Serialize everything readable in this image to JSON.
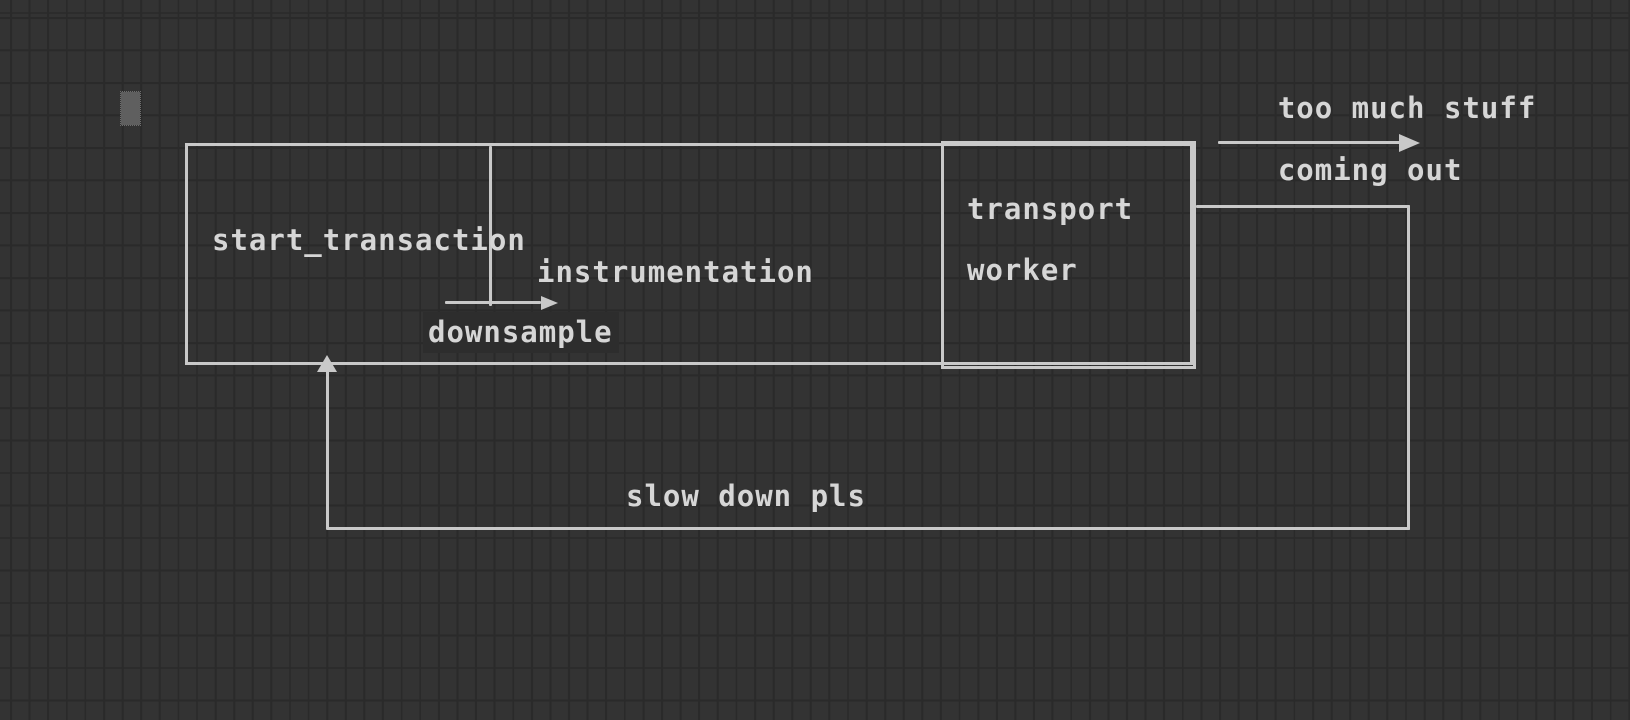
{
  "canvas": {
    "colors": {
      "background": "#333333",
      "grid_line": "#2a2a2a",
      "stroke": "#c9c9c9",
      "text": "#d6d6d6",
      "cursor": "#5f5f5f",
      "label_highlight": "#2d2d2d"
    }
  },
  "diagram": {
    "labels": {
      "start_transaction": "start_transaction",
      "instrumentation": "instrumentation",
      "downsample": "downsample",
      "transport": "transport",
      "worker": "worker"
    },
    "annotations": {
      "output_line1": "too much stuff",
      "output_line2": "coming out",
      "feedback": "slow down pls"
    }
  }
}
